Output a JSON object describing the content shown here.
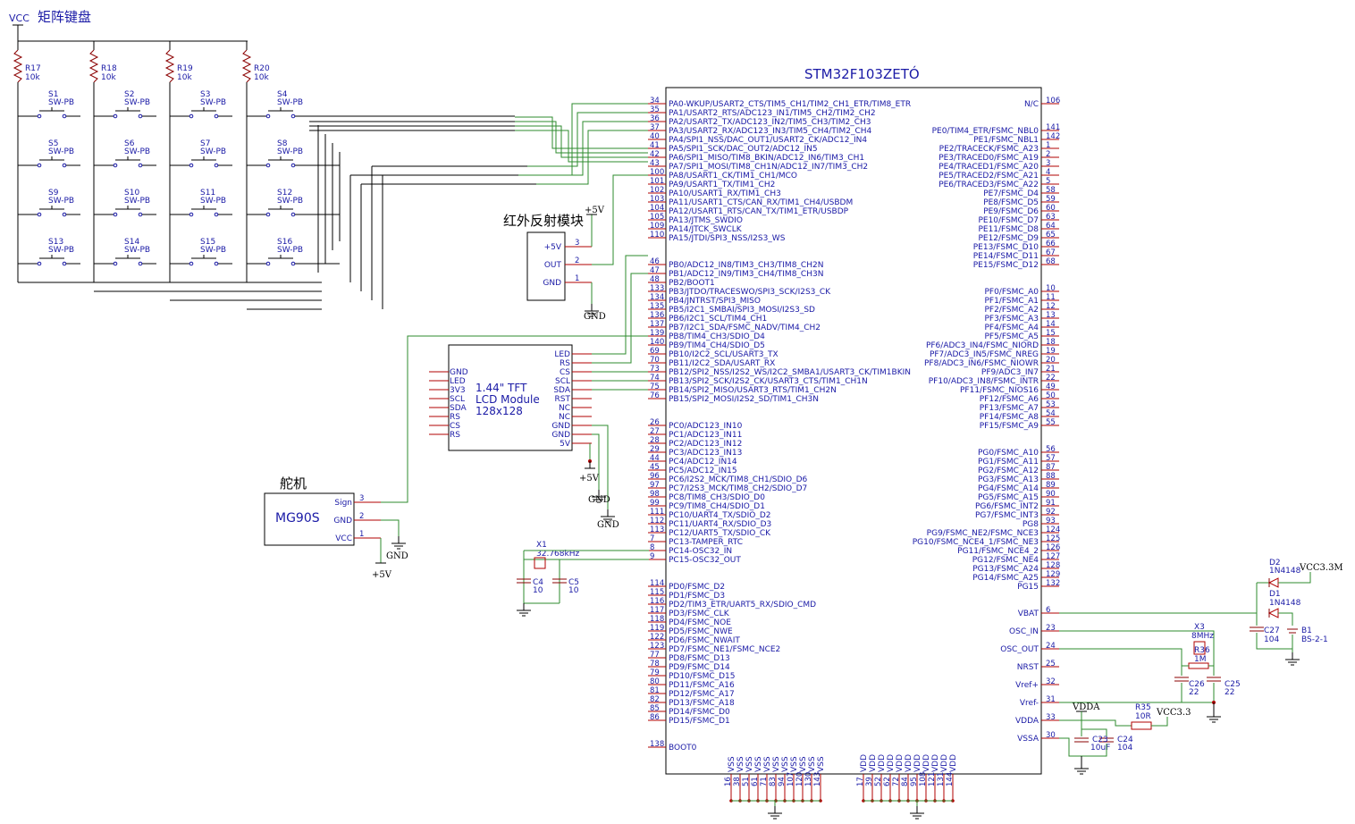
{
  "title_keypad": "矩阵键盘",
  "vcc_label": "VCC",
  "mcu": {
    "name": "STM32F103ZETÓ",
    "left_pins_a": [
      {
        "num": "34",
        "name": "PA0-WKUP/USART2_CTS/TIM5_CH1/TIM2_CH1_ETR/TIM8_ETR"
      },
      {
        "num": "35",
        "name": "PA1/USART2_RTS/ADC123_IN1/TIM5_CH2/TIM2_CH2"
      },
      {
        "num": "36",
        "name": "PA2/USART2_TX/ADC123_IN2/TIM5_CH3/TIM2_CH3"
      },
      {
        "num": "37",
        "name": "PA3/USART2_RX/ADC123_IN3/TIM5_CH4/TIM2_CH4"
      },
      {
        "num": "40",
        "name": "PA4/SPI1_NSS/DAC_OUT1/USART2_CK/ADC12_IN4"
      },
      {
        "num": "41",
        "name": "PA5/SPI1_SCK/DAC_OUT2/ADC12_IN5"
      },
      {
        "num": "42",
        "name": "PA6/SPI1_MISO/TIM8_BKIN/ADC12_IN6/TIM3_CH1"
      },
      {
        "num": "43",
        "name": "PA7/SPI1_MOSI/TIM8_CH1N/ADC12_IN7/TIM3_CH2"
      },
      {
        "num": "100",
        "name": "PA8/USART1_CK/TIM1_CH1/MCO"
      },
      {
        "num": "101",
        "name": "PA9/USART1_TX/TIM1_CH2"
      },
      {
        "num": "102",
        "name": "PA10/USART1_RX/TIM1_CH3"
      },
      {
        "num": "103",
        "name": "PA11/USART1_CTS/CAN_RX/TIM1_CH4/USBDM"
      },
      {
        "num": "104",
        "name": "PA12/USART1_RTS/CAN_TX/TIM1_ETR/USBDP"
      },
      {
        "num": "105",
        "name": "PA13/JTMS_SWDIO"
      },
      {
        "num": "109",
        "name": "PA14/JTCK_SWCLK"
      },
      {
        "num": "110",
        "name": "PA15/JTDI/SPI3_NSS/I2S3_WS"
      }
    ],
    "left_pins_b": [
      {
        "num": "46",
        "name": "PB0/ADC12_IN8/TIM3_CH3/TIM8_CH2N"
      },
      {
        "num": "47",
        "name": "PB1/ADC12_IN9/TIM3_CH4/TIM8_CH3N"
      },
      {
        "num": "48",
        "name": "PB2/BOOT1"
      },
      {
        "num": "133",
        "name": "PB3/JTDO/TRACESWO/SPI3_SCK/I2S3_CK"
      },
      {
        "num": "134",
        "name": "PB4/JNTRST/SPI3_MISO"
      },
      {
        "num": "135",
        "name": "PB5/I2C1_SMBAI/SPI3_MOSI/I2S3_SD"
      },
      {
        "num": "136",
        "name": "PB6/I2C1_SCL/TIM4_CH1"
      },
      {
        "num": "137",
        "name": "PB7/I2C1_SDA/FSMC_NADV/TIM4_CH2"
      },
      {
        "num": "139",
        "name": "PB8/TIM4_CH3/SDIO_D4"
      },
      {
        "num": "140",
        "name": "PB9/TIM4_CH4/SDIO_D5"
      },
      {
        "num": "69",
        "name": "PB10/I2C2_SCL/USART3_TX"
      },
      {
        "num": "70",
        "name": "PB11/I2C2_SDA/USART_RX"
      },
      {
        "num": "73",
        "name": "PB12/SPI2_NSS/I2S2_WS/I2C2_SMBA1/USART3_CK/TIM1BKIN"
      },
      {
        "num": "74",
        "name": "PB13/SPI2_SCK/I2S2_CK/USART3_CTS/TIM1_CH1N"
      },
      {
        "num": "75",
        "name": "PB14/SPI2_MISO/USART3_RTS/TIM1_CH2N"
      },
      {
        "num": "76",
        "name": "PB15/SPI2_MOSI/I2S2_SD/TIM1_CH3N"
      }
    ],
    "left_pins_c": [
      {
        "num": "26",
        "name": "PC0/ADC123_IN10"
      },
      {
        "num": "27",
        "name": "PC1/ADC123_IN11"
      },
      {
        "num": "28",
        "name": "PC2/ADC123_IN12"
      },
      {
        "num": "29",
        "name": "PC3/ADC123_IN13"
      },
      {
        "num": "44",
        "name": "PC4/ADC12_IN14"
      },
      {
        "num": "45",
        "name": "PC5/ADC12_IN15"
      },
      {
        "num": "96",
        "name": "PC6/I2S2_MCK/TIM8_CH1/SDIO_D6"
      },
      {
        "num": "97",
        "name": "PC7/I2S3_MCK/TIM8_CH2/SDIO_D7"
      },
      {
        "num": "98",
        "name": "PC8/TIM8_CH3/SDIO_D0"
      },
      {
        "num": "99",
        "name": "PC9/TIM8_CH4/SDIO_D1"
      },
      {
        "num": "111",
        "name": "PC10/UART4_TX/SDIO_D2"
      },
      {
        "num": "112",
        "name": "PC11/UART4_RX/SDIO_D3"
      },
      {
        "num": "113",
        "name": "PC12/UART5_TX/SDIO_CK"
      },
      {
        "num": "7",
        "name": "PC13-TAMPER_RTC"
      },
      {
        "num": "8",
        "name": "PC14-OSC32_IN"
      },
      {
        "num": "9",
        "name": "PC15-OSC32_OUT"
      }
    ],
    "left_pins_d": [
      {
        "num": "114",
        "name": "PD0/FSMC_D2"
      },
      {
        "num": "115",
        "name": "PD1/FSMC_D3"
      },
      {
        "num": "116",
        "name": "PD2/TIM3_ETR/UART5_RX/SDIO_CMD"
      },
      {
        "num": "117",
        "name": "PD3/FSMC_CLK"
      },
      {
        "num": "118",
        "name": "PD4/FSMC_NOE"
      },
      {
        "num": "119",
        "name": "PD5/FSMC_NWE"
      },
      {
        "num": "122",
        "name": "PD6/FSMC_NWAIT"
      },
      {
        "num": "123",
        "name": "PD7/FSMC_NE1/FSMC_NCE2"
      },
      {
        "num": "77",
        "name": "PD8/FSMC_D13"
      },
      {
        "num": "78",
        "name": "PD9/FSMC_D14"
      },
      {
        "num": "79",
        "name": "PD10/FSMC_D15"
      },
      {
        "num": "80",
        "name": "PD11/FSMC_A16"
      },
      {
        "num": "81",
        "name": "PD12/FSMC_A17"
      },
      {
        "num": "82",
        "name": "PD13/FSMC_A18"
      },
      {
        "num": "85",
        "name": "PD14/FSMC_D0"
      },
      {
        "num": "86",
        "name": "PD15/FSMC_D1"
      }
    ],
    "boot0": {
      "num": "138",
      "name": "BOOT0"
    },
    "right_pins_a": [
      {
        "num": "106",
        "name": "N/C"
      },
      {
        "num": "",
        "name": ""
      },
      {
        "num": "",
        "name": ""
      },
      {
        "num": "141",
        "name": "PE0/TIM4_ETR/FSMC_NBL0"
      },
      {
        "num": "142",
        "name": "PE1/FSMC_NBL1"
      },
      {
        "num": "1",
        "name": "PE2/TRACECK/FSMC_A23"
      },
      {
        "num": "2",
        "name": "PE3/TRACED0/FSMC_A19"
      },
      {
        "num": "3",
        "name": "PE4/TRACED1/FSMC_A20"
      },
      {
        "num": "4",
        "name": "PE5/TRACED2/FSMC_A21"
      },
      {
        "num": "5",
        "name": "PE6/TRACED3/FSMC_A22"
      },
      {
        "num": "58",
        "name": "PE7/FSMC_D4"
      },
      {
        "num": "59",
        "name": "PE8/FSMC_D5"
      },
      {
        "num": "60",
        "name": "PE9/FSMC_D6"
      },
      {
        "num": "63",
        "name": "PE10/FSMC_D7"
      },
      {
        "num": "64",
        "name": "PE11/FSMC_D8"
      },
      {
        "num": "65",
        "name": "PE12/FSMC_D9"
      },
      {
        "num": "66",
        "name": "PE13/FSMC_D10"
      },
      {
        "num": "67",
        "name": "PE14/FSMC_D11"
      },
      {
        "num": "68",
        "name": "PE15/FSMC_D12"
      }
    ],
    "right_pins_f": [
      {
        "num": "10",
        "name": "PF0/FSMC_A0"
      },
      {
        "num": "11",
        "name": "PF1/FSMC_A1"
      },
      {
        "num": "12",
        "name": "PF2/FSMC_A2"
      },
      {
        "num": "13",
        "name": "PF3/FSMC_A3"
      },
      {
        "num": "14",
        "name": "PF4/FSMC_A4"
      },
      {
        "num": "15",
        "name": "PF5/FSMC_A5"
      },
      {
        "num": "18",
        "name": "PF6/ADC3_IN4/FSMC_NIORD"
      },
      {
        "num": "19",
        "name": "PF7/ADC3_IN5/FSMC_NREG"
      },
      {
        "num": "20",
        "name": "PF8/ADC3_IN6/FSMC_NIOWR"
      },
      {
        "num": "21",
        "name": "PF9/ADC3_IN7"
      },
      {
        "num": "22",
        "name": "PF10/ADC3_IN8/FSMC_INTR"
      },
      {
        "num": "49",
        "name": "PF11/FSMC_NIOS16"
      },
      {
        "num": "50",
        "name": "PF12/FSMC_A6"
      },
      {
        "num": "53",
        "name": "PF13/FSMC_A7"
      },
      {
        "num": "54",
        "name": "PF14/FSMC_A8"
      },
      {
        "num": "55",
        "name": "PF15/FSMC_A9"
      }
    ],
    "right_pins_g": [
      {
        "num": "56",
        "name": "PG0/FSMC_A10"
      },
      {
        "num": "57",
        "name": "PG1/FSMC_A11"
      },
      {
        "num": "87",
        "name": "PG2/FSMC_A12"
      },
      {
        "num": "88",
        "name": "PG3/FSMC_A13"
      },
      {
        "num": "89",
        "name": "PG4/FSMC_A14"
      },
      {
        "num": "90",
        "name": "PG5/FSMC_A15"
      },
      {
        "num": "91",
        "name": "PG6/FSMC_INT2"
      },
      {
        "num": "92",
        "name": "PG7/FSMC_INT3"
      },
      {
        "num": "93",
        "name": "PG8"
      },
      {
        "num": "124",
        "name": "PG9/FSMC_NE2/FSMC_NCE3"
      },
      {
        "num": "125",
        "name": "PG10/FSMC_NCE4_1/FSMC_NE3"
      },
      {
        "num": "126",
        "name": "PG11/FSMC_NCE4_2"
      },
      {
        "num": "127",
        "name": "PG12/FSMC_NE4"
      },
      {
        "num": "128",
        "name": "PG13/FSMC_A24"
      },
      {
        "num": "129",
        "name": "PG14/FSMC_A25"
      },
      {
        "num": "132",
        "name": "PG15"
      }
    ],
    "right_pins_pwr": [
      {
        "num": "6",
        "name": "VBAT"
      },
      {
        "num": "23",
        "name": "OSC_IN"
      },
      {
        "num": "24",
        "name": "OSC_OUT"
      },
      {
        "num": "25",
        "name": "NRST"
      },
      {
        "num": "32",
        "name": "Vref+"
      },
      {
        "num": "31",
        "name": "Vref-"
      },
      {
        "num": "33",
        "name": "VDDA"
      },
      {
        "num": "30",
        "name": "VSSA"
      }
    ],
    "vss_pins": [
      "16",
      "38",
      "51",
      "61",
      "71",
      "83",
      "94",
      "107",
      "120",
      "130",
      "143"
    ],
    "vdd_pins": [
      "17",
      "39",
      "52",
      "62",
      "72",
      "84",
      "95",
      "108",
      "121",
      "131",
      "144"
    ],
    "vss_label": "VSS",
    "vdd_label": "VDD"
  },
  "resistors": [
    {
      "ref": "R17",
      "val": "10k"
    },
    {
      "ref": "R18",
      "val": "10k"
    },
    {
      "ref": "R19",
      "val": "10k"
    },
    {
      "ref": "R20",
      "val": "10k"
    }
  ],
  "switches": [
    [
      "S1",
      "S2",
      "S3",
      "S4"
    ],
    [
      "S5",
      "S6",
      "S7",
      "S8"
    ],
    [
      "S9",
      "S10",
      "S11",
      "S12"
    ],
    [
      "S13",
      "S14",
      "S15",
      "S16"
    ]
  ],
  "switch_value": "SW-PB",
  "ir_module": {
    "title": "红外反射模块",
    "pins": [
      {
        "name": "+5V",
        "num": "3"
      },
      {
        "name": "OUT",
        "num": "2"
      },
      {
        "name": "GND",
        "num": "1"
      }
    ],
    "power": "+5V",
    "gnd": "GND"
  },
  "lcd": {
    "title_line1": "1.44\" TFT",
    "title_line2": "LCD Module",
    "title_line3": "128x128",
    "left_pins": [
      "GND",
      "LED",
      "3V3",
      "SCL",
      "SDA",
      "RS",
      "CS",
      "RS"
    ],
    "right_pins": [
      "LED",
      "RS",
      "CS",
      "SCL",
      "SDA",
      "RST",
      "NC",
      "NC",
      "GND",
      "GND",
      "5V"
    ],
    "power": "+5V",
    "gnd1": "GND",
    "gnd2": "GND"
  },
  "servo": {
    "title": "舵机",
    "name": "MG90S",
    "pins": [
      {
        "name": "Sign",
        "num": "3"
      },
      {
        "name": "GND",
        "num": "2"
      },
      {
        "name": "VCC",
        "num": "1"
      }
    ],
    "gnd": "GND",
    "power": "+5V"
  },
  "rtc": {
    "x1": "X1",
    "x1_val": "32.768kHz",
    "c4": "C4",
    "c4_val": "10",
    "c5": "C5",
    "c5_val": "10"
  },
  "power_section": {
    "d1": "D1",
    "d1_val": "1N4148",
    "d2": "D2",
    "d2_val": "1N4148",
    "vcc33m": "VCC3.3M",
    "b1": "B1",
    "b1_val": "BS-2-1",
    "c27": "C27",
    "c27_val": "104",
    "x3": "X3",
    "x3_val": "8MHz",
    "r36": "R36",
    "r36_val": "1M",
    "c26": "C26",
    "c26_val": "22",
    "c25": "C25",
    "c25_val": "22",
    "vdda": "VDDA",
    "r35": "R35",
    "r35_val": "10R",
    "vcc33": "VCC3.3",
    "c23": "C23",
    "c23_val": "10uF",
    "c24": "C24",
    "c24_val": "104"
  }
}
